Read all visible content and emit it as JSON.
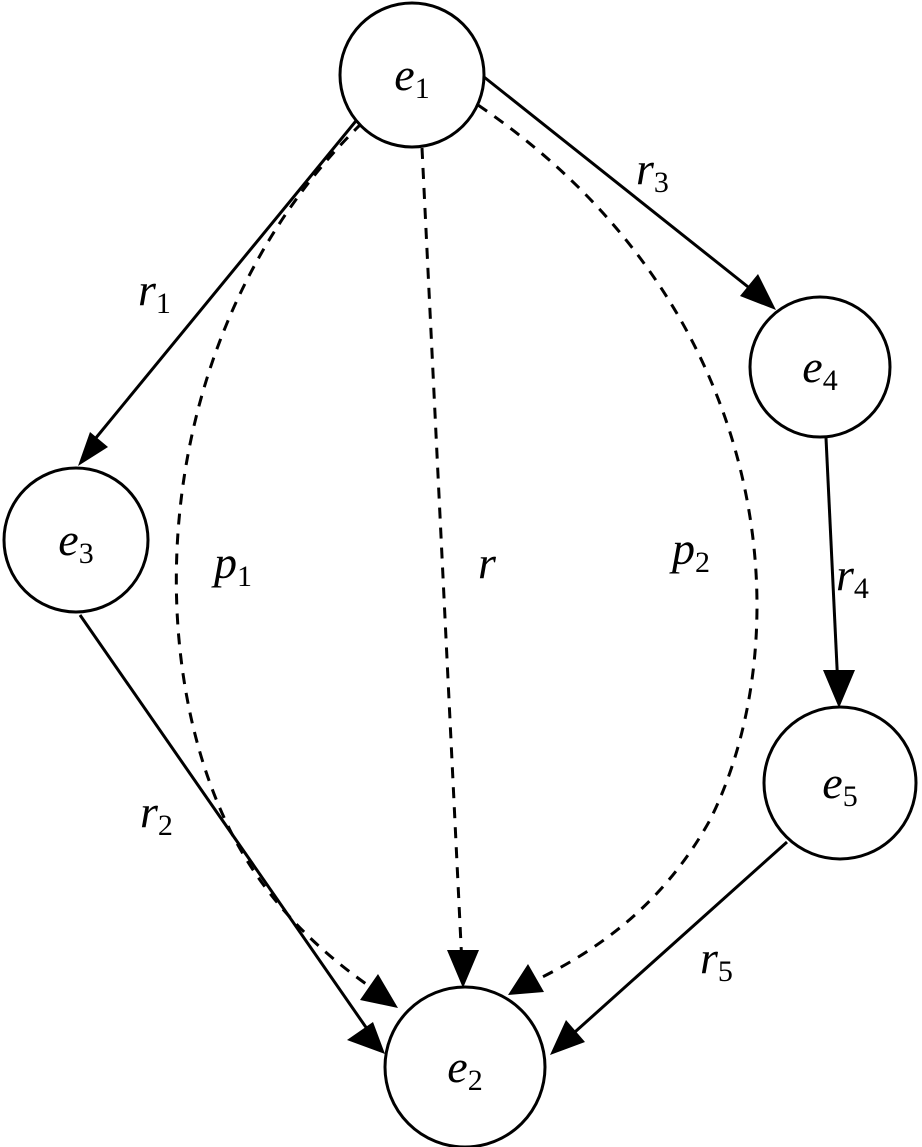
{
  "nodes": {
    "e1": {
      "base": "e",
      "sub": "1"
    },
    "e2": {
      "base": "e",
      "sub": "2"
    },
    "e3": {
      "base": "e",
      "sub": "3"
    },
    "e4": {
      "base": "e",
      "sub": "4"
    },
    "e5": {
      "base": "e",
      "sub": "5"
    }
  },
  "edges": {
    "r1": {
      "base": "r",
      "sub": "1",
      "from": "e1",
      "to": "e3",
      "style": "solid"
    },
    "r2": {
      "base": "r",
      "sub": "2",
      "from": "e3",
      "to": "e2",
      "style": "solid"
    },
    "r3": {
      "base": "r",
      "sub": "3",
      "from": "e1",
      "to": "e4",
      "style": "solid"
    },
    "r4": {
      "base": "r",
      "sub": "4",
      "from": "e4",
      "to": "e5",
      "style": "solid"
    },
    "r5": {
      "base": "r",
      "sub": "5",
      "from": "e5",
      "to": "e2",
      "style": "solid"
    },
    "r": {
      "base": "r",
      "sub": "",
      "from": "e1",
      "to": "e2",
      "style": "dashed"
    },
    "p1": {
      "base": "p",
      "sub": "1",
      "from": "e1",
      "to": "e2",
      "style": "dashed"
    },
    "p2": {
      "base": "p",
      "sub": "2",
      "from": "e1",
      "to": "e2",
      "style": "dashed"
    }
  }
}
